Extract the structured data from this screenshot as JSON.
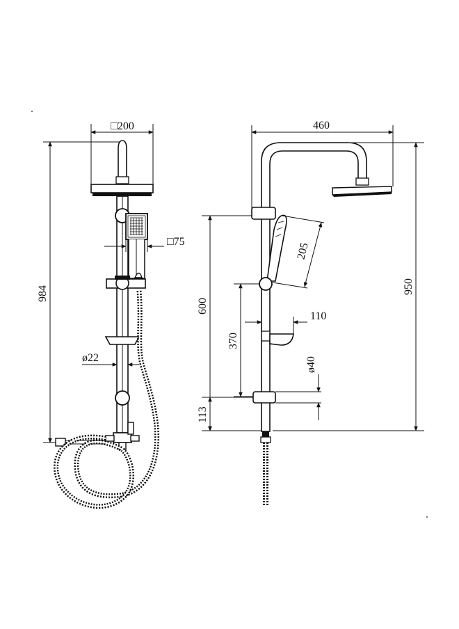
{
  "front_view": {
    "head_size": "□200",
    "handset_size": "□75",
    "pipe_diameter": "ø22",
    "total_height": "984"
  },
  "side_view": {
    "arm_reach": "460",
    "total_height": "950",
    "handset_length": "205",
    "slide_range": "600",
    "mid_height": "370",
    "soap_dish_depth": "110",
    "bracket_diameter": "ø40",
    "base_height": "113"
  }
}
